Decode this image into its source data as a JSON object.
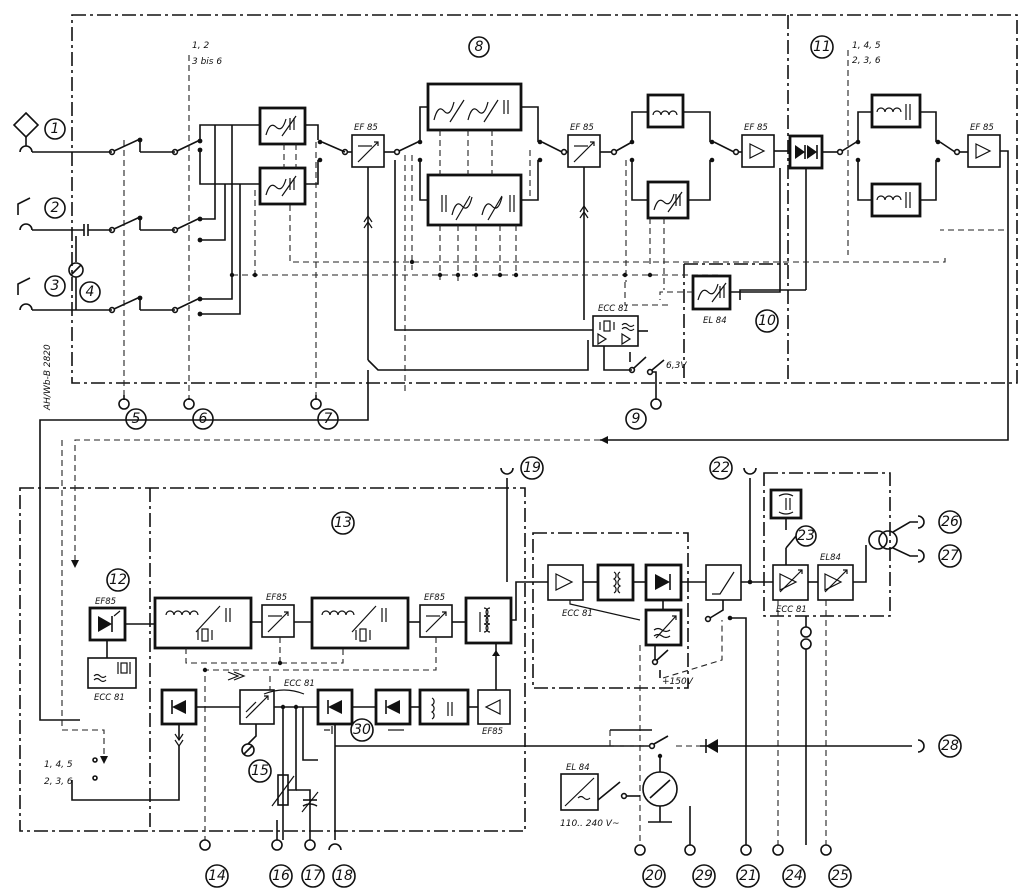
{
  "reference": "AH/Wb-B 2820",
  "callouts": {
    "c1": "1",
    "c2": "2",
    "c3": "3",
    "c4": "4",
    "c5": "5",
    "c6": "6",
    "c7": "7",
    "c8": "8",
    "c9": "9",
    "c10": "10",
    "c11": "11",
    "c12": "12",
    "c13": "13",
    "c14": "14",
    "c15": "15",
    "c16": "16",
    "c17": "17",
    "c18": "18",
    "c19": "19",
    "c20": "20",
    "c21": "21",
    "c22": "22",
    "c23": "23",
    "c24": "24",
    "c25": "25",
    "c26": "26",
    "c27": "27",
    "c28": "28",
    "c29": "29",
    "c30": "30"
  },
  "tubes": {
    "ef85_a": "EF 85",
    "ef85_b": "EF 85",
    "ef85_c": "EF 85",
    "ef85_d": "EF 85",
    "ecc81_top": "ECC 81",
    "el84_top": "EL 84",
    "ef85_12": "EF85",
    "ecc81_12": "ECC 81",
    "ef85_13a": "EF85",
    "ef85_13b": "EF85",
    "ecc81_13": "ECC 81",
    "ef85_13c": "EF85",
    "ecc81_mid": "ECC 81",
    "ecc81_right": "ECC 81",
    "el84_right": "EL84",
    "el84_bottom": "EL 84"
  },
  "notes": {
    "sw_top_1": "1, 2",
    "sw_top_2": "3 bis 6",
    "sw_right_1": "1, 4, 5",
    "sw_right_2": "2, 3, 6",
    "sw_left_1": "1, 4, 5",
    "sw_left_2": "2, 3, 6",
    "v63": "6,3V",
    "v150": "+150V",
    "mains": "110.. 240 V~"
  }
}
